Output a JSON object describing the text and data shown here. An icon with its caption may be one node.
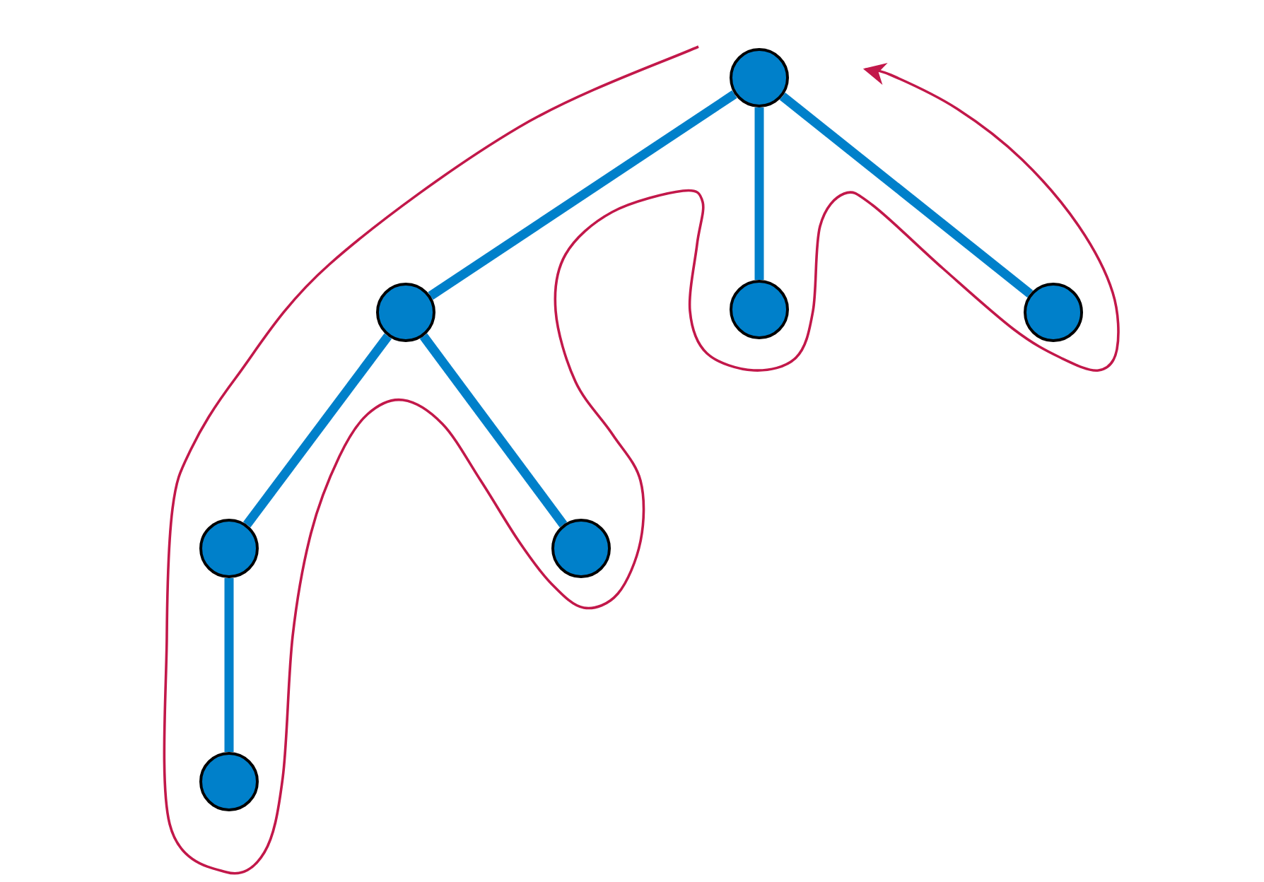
{
  "diagram": {
    "nodes": [
      {
        "text": [],
        "shape": "circle"
      },
      {
        "text": [],
        "shape": "circle"
      },
      {
        "text": [],
        "shape": "circle"
      },
      {
        "text": [],
        "shape": "circle"
      },
      {
        "text": [],
        "shape": "circle"
      },
      {
        "text": [],
        "shape": "circle"
      },
      {
        "text": [],
        "shape": "circle"
      }
    ],
    "edges": [
      {
        "from": 0,
        "to": 1,
        "arrow": "none"
      },
      {
        "from": 0,
        "to": 2,
        "arrow": "none"
      },
      {
        "from": 0,
        "to": 3,
        "arrow": "none"
      },
      {
        "from": 1,
        "to": 4,
        "arrow": "none"
      },
      {
        "from": 1,
        "to": 5,
        "arrow": "none"
      },
      {
        "from": 4,
        "to": 6,
        "arrow": "none"
      }
    ]
  }
}
